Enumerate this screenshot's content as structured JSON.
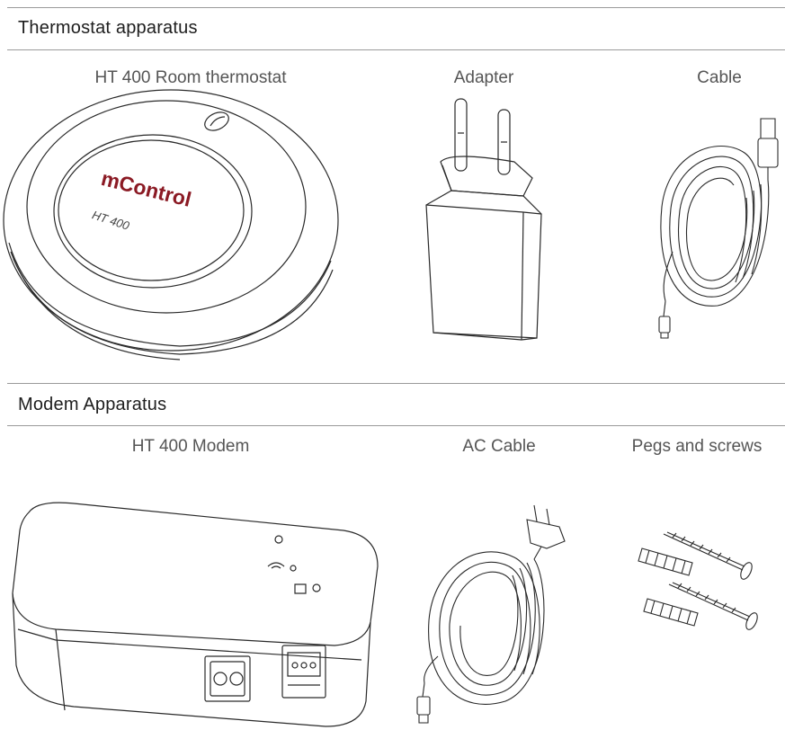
{
  "sections": [
    {
      "title": "Thermostat apparatus",
      "items": [
        {
          "label": "HT 400 Room thermostat"
        },
        {
          "label": "Adapter"
        },
        {
          "label": "Cable"
        }
      ]
    },
    {
      "title": "Modem Apparatus",
      "items": [
        {
          "label": "HT 400 Modem"
        },
        {
          "label": "AC Cable"
        },
        {
          "label": "Pegs and screws"
        }
      ]
    }
  ],
  "thermostat": {
    "brand": "mControl",
    "model": "HT 400"
  },
  "colors": {
    "brand": "#8b1a24",
    "rule": "#9a9a9a",
    "line_art": "#2a2a2a"
  }
}
